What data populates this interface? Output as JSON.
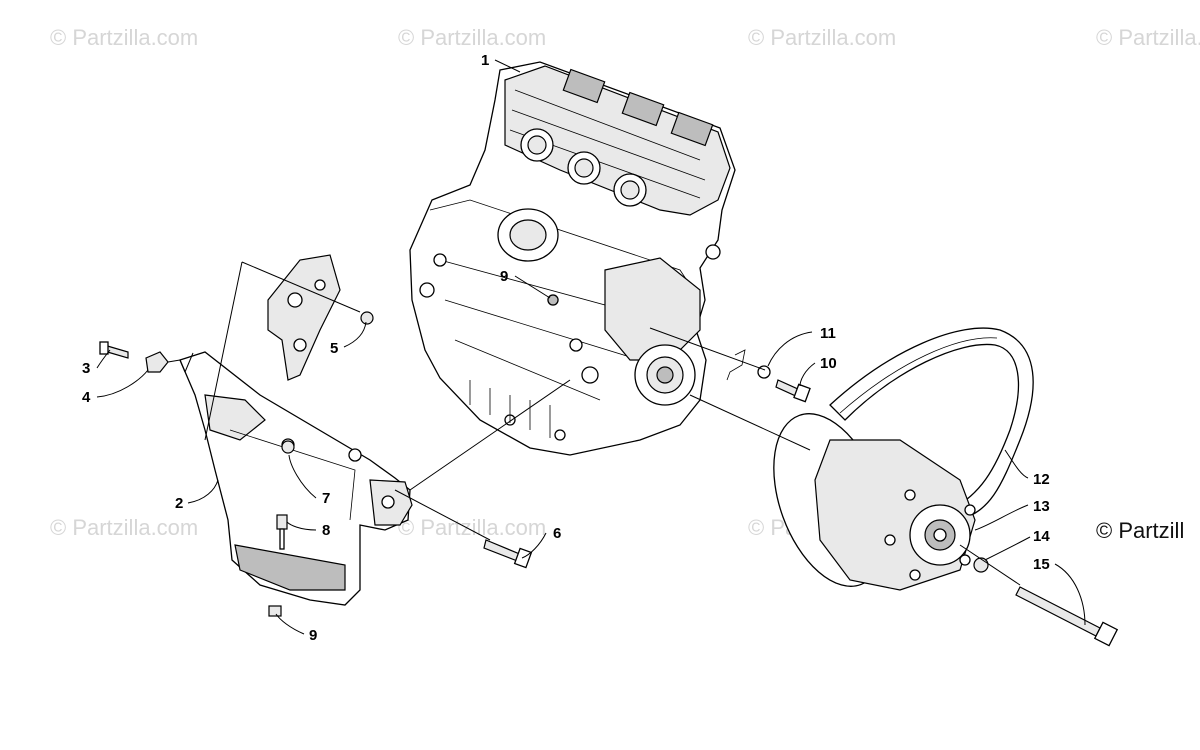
{
  "watermark": "© Partzilla.com",
  "copyright_label": "© Partzill",
  "callouts": {
    "c1": "1",
    "c2": "2",
    "c3": "3",
    "c4": "4",
    "c5": "5",
    "c6": "6",
    "c7": "7",
    "c8": "8",
    "c9a": "9",
    "c9b": "9",
    "c10": "10",
    "c11": "11",
    "c12": "12",
    "c13": "13",
    "c14": "14",
    "c15": "15"
  }
}
